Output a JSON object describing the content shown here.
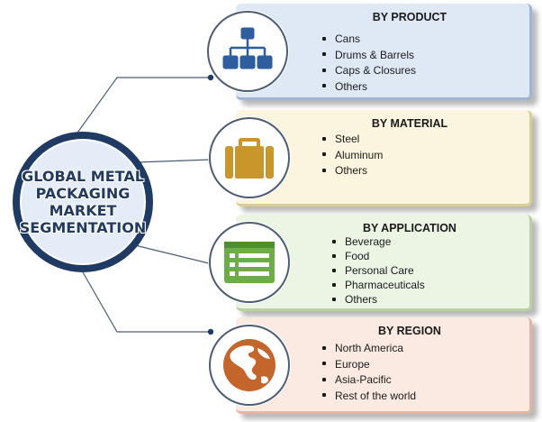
{
  "center": {
    "lines": [
      "GLOBAL METAL",
      "PACKAGING",
      "MARKET",
      "SEGMENTATION"
    ]
  },
  "segments": [
    {
      "title": "BY PRODUCT",
      "icon": "hierarchy-icon",
      "bg": "#dfe9f6",
      "edge": "#8fa6c6",
      "items": [
        "Cans",
        "Drums & Barrels",
        "Caps & Closures",
        "Others"
      ]
    },
    {
      "title": "BY MATERIAL",
      "icon": "briefcase-icon",
      "bg": "#fbf4de",
      "edge": "#d9c98f",
      "items": [
        "Steel",
        "Aluminum",
        "Others"
      ]
    },
    {
      "title": "BY APPLICATION",
      "icon": "form-icon",
      "bg": "#ecf4e4",
      "edge": "#b6cf9b",
      "items": [
        "Beverage",
        "Food",
        "Personal Care",
        "Pharmaceuticals",
        "Others"
      ]
    },
    {
      "title": "BY REGION",
      "icon": "globe-icon",
      "bg": "#fbeae2",
      "edge": "#e0b19c",
      "items": [
        "North America",
        "Europe",
        "Asia-Pacific",
        "Rest of the world"
      ]
    }
  ],
  "colors": {
    "center_border": "#1f3b63",
    "hierarchy": "#2e5e9e",
    "briefcase": "#c8962a",
    "form": "#6cad46",
    "globe": "#c4652c"
  }
}
